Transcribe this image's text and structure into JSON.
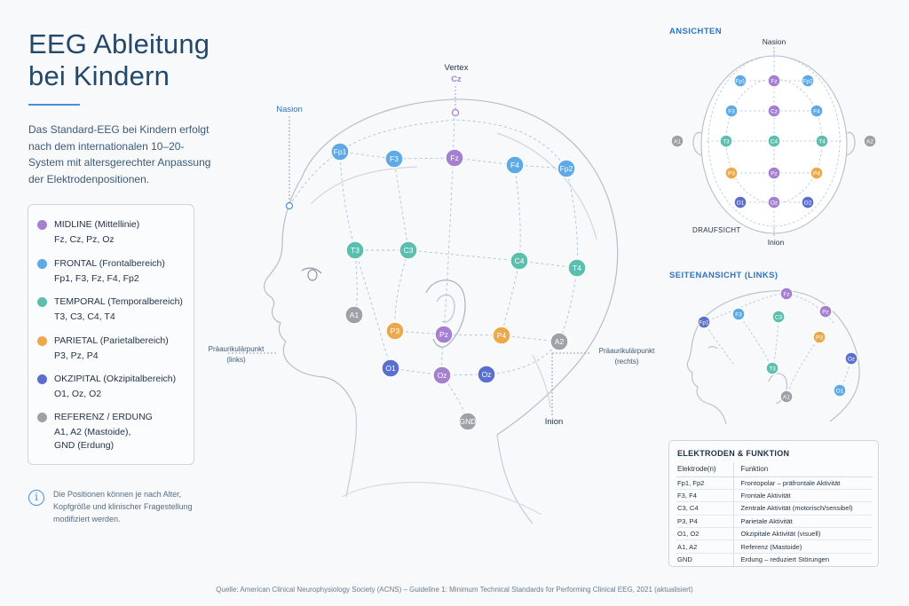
{
  "title": {
    "line1": "EEG Ableitung",
    "line2": "bei Kindern"
  },
  "intro": "Das Standard-EEG bei Kindern erfolgt nach dem internationalen 10–20-System mit altersgerechter Anpassung der Elektrodenpositionen.",
  "colors": {
    "midline": "#a57fd0",
    "frontal": "#5ea9e6",
    "temporal": "#5cbfae",
    "parietal": "#eba94c",
    "occipital": "#5b6fcf",
    "reference": "#9ea2a8",
    "accent": "#2f74c0"
  },
  "legend": [
    {
      "key": "midline",
      "name": "MIDLINE (Mittellinie)",
      "members": [
        "Fz, Cz, Pz, Oz"
      ]
    },
    {
      "key": "frontal",
      "name": "FRONTAL (Frontalbereich)",
      "members": [
        "Fp1, F3, Fz, F4, Fp2"
      ]
    },
    {
      "key": "temporal",
      "name": "TEMPORAL (Temporalbereich)",
      "members": [
        "T3, C3, C4, T4"
      ]
    },
    {
      "key": "parietal",
      "name": "PARIETAL (Parietalbereich)",
      "members": [
        "P3, Pz, P4"
      ]
    },
    {
      "key": "occipital",
      "name": "OKZIPITAL (Okzipitalbereich)",
      "members": [
        "O1, Oz, O2"
      ]
    },
    {
      "key": "reference",
      "name": "REFERENZ / ERDUNG",
      "members": [
        "A1, A2 (Mastoide),",
        "GND (Erdung)"
      ]
    }
  ],
  "note": "Die Positionen können je nach Alter, Kopfgröße und klinischer Fragestellung modifiziert werden.",
  "main_labels": {
    "vertex": "Vertex",
    "vertex_electrode": "Cz",
    "nasion": "Nasion",
    "inion": "Inion",
    "preauricular_left_1": "Präaurikulärpunkt",
    "preauricular_left_2": "(links)",
    "preauricular_right_1": "Präaurikulärpunkt",
    "preauricular_right_2": "(rechts)"
  },
  "main_electrodes": [
    {
      "label": "Fp1",
      "group": "frontal"
    },
    {
      "label": "F3",
      "group": "frontal"
    },
    {
      "label": "Fz",
      "group": "midline"
    },
    {
      "label": "F4",
      "group": "frontal"
    },
    {
      "label": "Fp2",
      "group": "frontal"
    },
    {
      "label": "T3",
      "group": "temporal"
    },
    {
      "label": "C3",
      "group": "temporal"
    },
    {
      "label": "C4",
      "group": "temporal"
    },
    {
      "label": "T4",
      "group": "temporal"
    },
    {
      "label": "A1",
      "group": "reference"
    },
    {
      "label": "P3",
      "group": "parietal"
    },
    {
      "label": "Pz",
      "group": "midline"
    },
    {
      "label": "P4",
      "group": "parietal"
    },
    {
      "label": "A2",
      "group": "reference"
    },
    {
      "label": "O1",
      "group": "occipital"
    },
    {
      "label": "Oz",
      "group": "midline"
    },
    {
      "label": "Oz",
      "group": "occipital"
    },
    {
      "label": "GND",
      "group": "reference"
    }
  ],
  "views": {
    "title": "ANSICHTEN",
    "top": {
      "nasion": "Nasion",
      "inion": "Inion",
      "caption": "DRAUFSICHT",
      "electrodes": [
        {
          "label": "Fp1",
          "group": "frontal"
        },
        {
          "label": "Fz",
          "group": "midline"
        },
        {
          "label": "Fp2",
          "group": "frontal"
        },
        {
          "label": "F3",
          "group": "frontal"
        },
        {
          "label": "Cz",
          "group": "midline"
        },
        {
          "label": "F4",
          "group": "frontal"
        },
        {
          "label": "A1",
          "group": "reference"
        },
        {
          "label": "T3",
          "group": "temporal"
        },
        {
          "label": "C4",
          "group": "temporal"
        },
        {
          "label": "T4",
          "group": "temporal"
        },
        {
          "label": "A2",
          "group": "reference"
        },
        {
          "label": "P3",
          "group": "parietal"
        },
        {
          "label": "Pz",
          "group": "midline"
        },
        {
          "label": "P4",
          "group": "parietal"
        },
        {
          "label": "O1",
          "group": "occipital"
        },
        {
          "label": "Oz",
          "group": "midline"
        },
        {
          "label": "O2",
          "group": "occipital"
        }
      ]
    },
    "side": {
      "title": "SEITENANSICHT (LINKS)",
      "electrodes": [
        {
          "label": "Fp1",
          "group": "occipital"
        },
        {
          "label": "F3",
          "group": "frontal"
        },
        {
          "label": "C3",
          "group": "temporal"
        },
        {
          "label": "Fz",
          "group": "midline"
        },
        {
          "label": "Pz",
          "group": "midline"
        },
        {
          "label": "P3",
          "group": "parietal"
        },
        {
          "label": "T3",
          "group": "temporal"
        },
        {
          "label": "A1",
          "group": "reference"
        },
        {
          "label": "Oz",
          "group": "occipital"
        },
        {
          "label": "O1",
          "group": "frontal"
        }
      ]
    }
  },
  "table": {
    "title": "ELEKTRODEN & FUNKTION",
    "headers": [
      "Elektrode(n)",
      "Funktion"
    ],
    "rows": [
      [
        "Fp1, Fp2",
        "Frontopolar – präfrontale Aktivität"
      ],
      [
        "F3, F4",
        "Frontale Aktivität"
      ],
      [
        "C3, C4",
        "Zentrale Aktivität (motorisch/sensibel)"
      ],
      [
        "P3, P4",
        "Parietale Aktivität"
      ],
      [
        "O1, O2",
        "Okzipitale Aktivität (visuell)"
      ],
      [
        "A1, A2",
        "Referenz (Mastoide)"
      ],
      [
        "GND",
        "Erdung – reduziert Störungen"
      ]
    ]
  },
  "source": "Quelle: American Clinical Neurophysiology Society (ACNS) – Guideline 1: Minimum Technical Standards for Performing Clinical EEG, 2021 (aktualisiert)"
}
